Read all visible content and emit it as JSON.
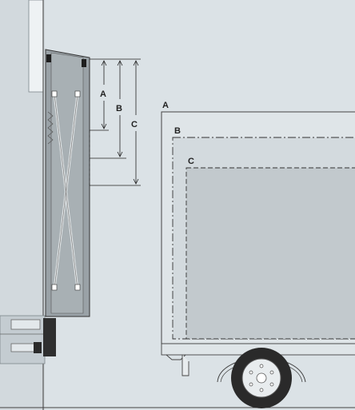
{
  "labels": {
    "dim_a": "A",
    "dim_b": "B",
    "dim_c": "C",
    "truck_a": "A",
    "truck_b": "B",
    "truck_c": "C"
  },
  "colors": {
    "background": "#dbe2e6",
    "wall_front": "#e6ebee",
    "wall_lower": "#c9d1d6",
    "shelter_dark": "#8f979c",
    "truck_body": "#dfe5e8",
    "truck_inner": "#cdd4d8",
    "truck_innermost": "#bfc6ca",
    "tire": "#2a2a2a",
    "line": "#333333"
  }
}
